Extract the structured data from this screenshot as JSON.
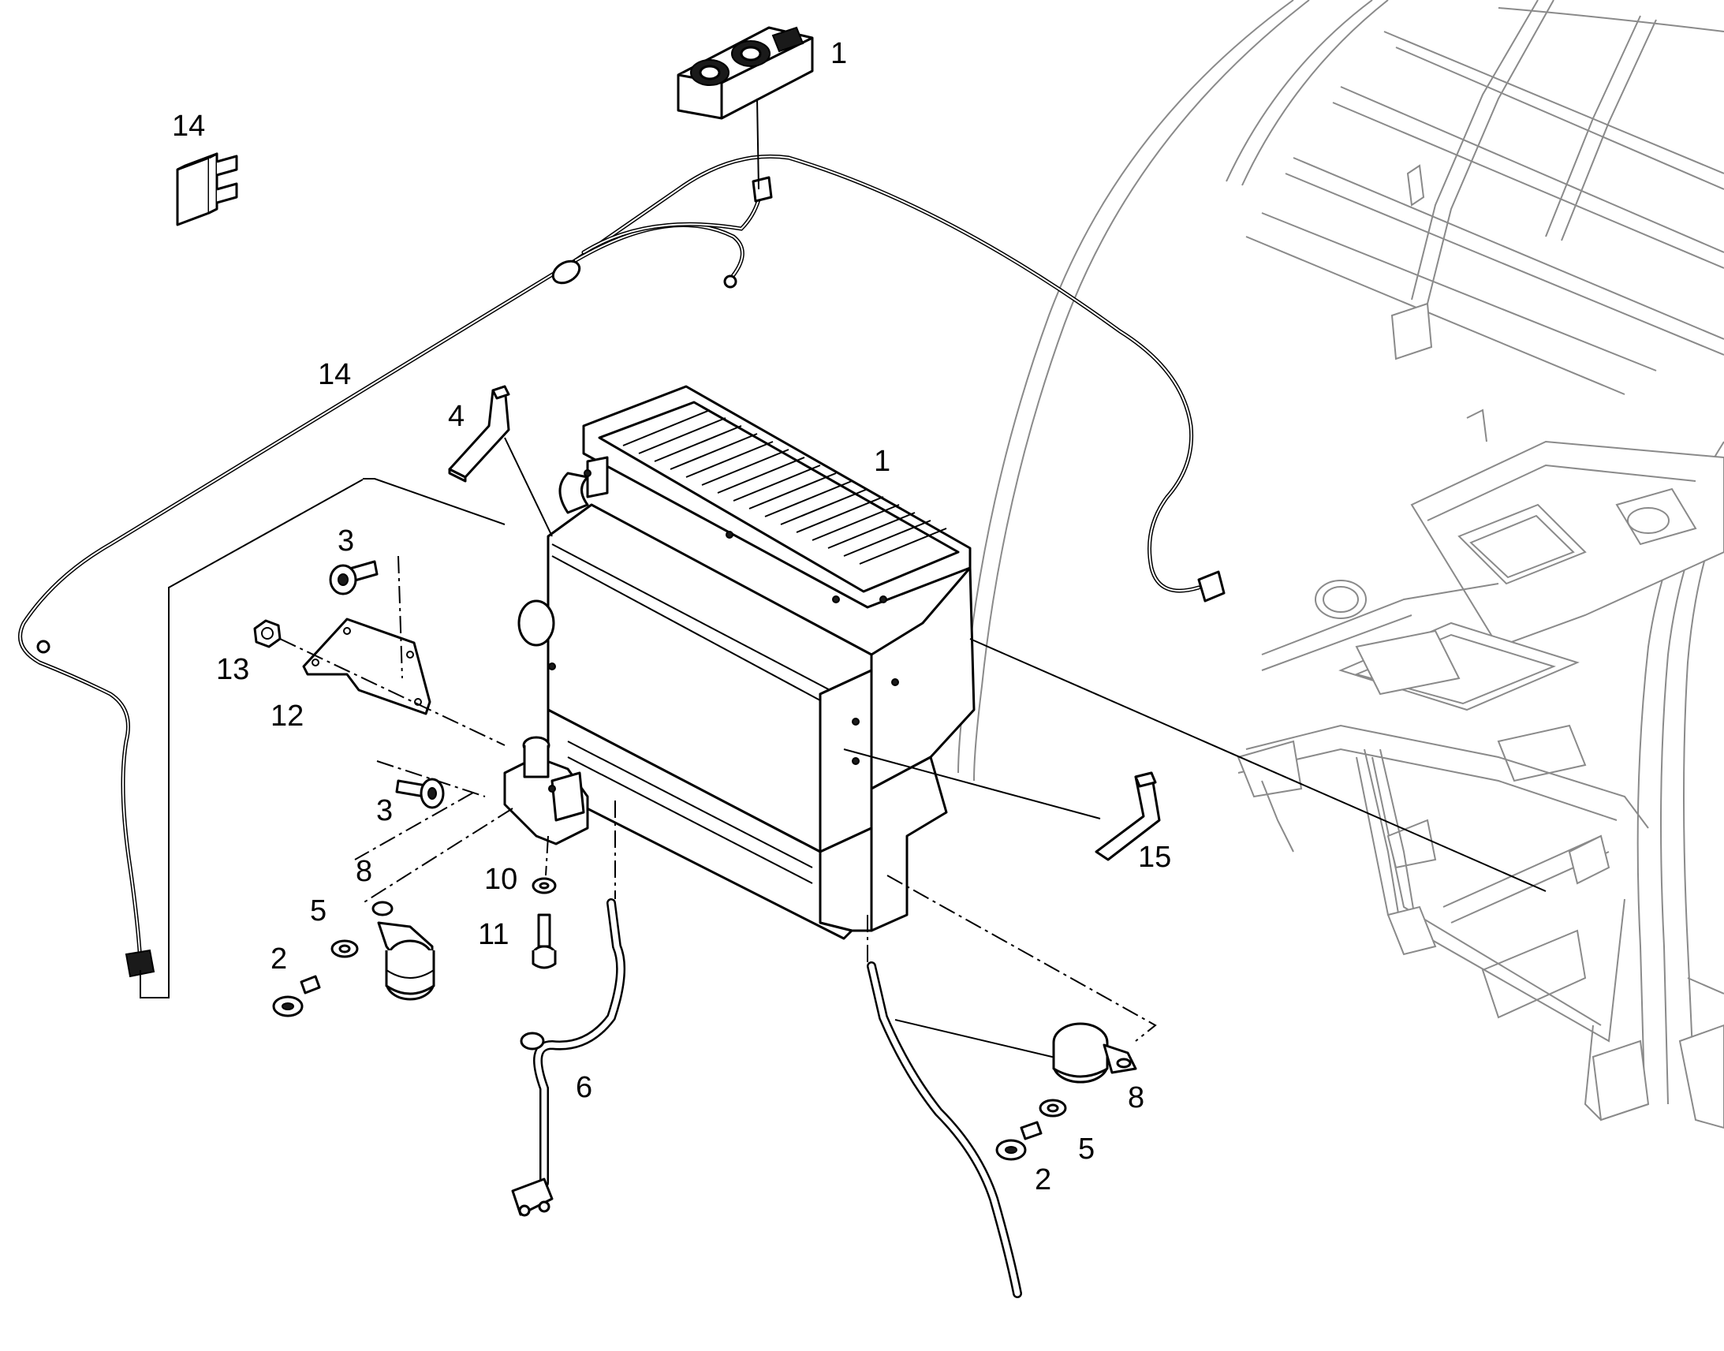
{
  "diagram": {
    "callouts": [
      {
        "id": "c1-control-panel",
        "text": "1"
      },
      {
        "id": "c14-fuse",
        "text": "14"
      },
      {
        "id": "c14-harness",
        "text": "14"
      },
      {
        "id": "c4-bracket",
        "text": "4"
      },
      {
        "id": "c1-heater",
        "text": "1"
      },
      {
        "id": "c3-upper",
        "text": "3"
      },
      {
        "id": "c13-nut",
        "text": "13"
      },
      {
        "id": "c12-plate",
        "text": "12"
      },
      {
        "id": "c3-lower",
        "text": "3"
      },
      {
        "id": "c8-left",
        "text": "8"
      },
      {
        "id": "c5-left",
        "text": "5"
      },
      {
        "id": "c2-left",
        "text": "2"
      },
      {
        "id": "c10-washer",
        "text": "10"
      },
      {
        "id": "c11-screw",
        "text": "11"
      },
      {
        "id": "c6-hose",
        "text": "6"
      },
      {
        "id": "c15-bracket",
        "text": "15"
      },
      {
        "id": "c8-right",
        "text": "8"
      },
      {
        "id": "c5-right",
        "text": "5"
      },
      {
        "id": "c2-right",
        "text": "2"
      }
    ]
  }
}
